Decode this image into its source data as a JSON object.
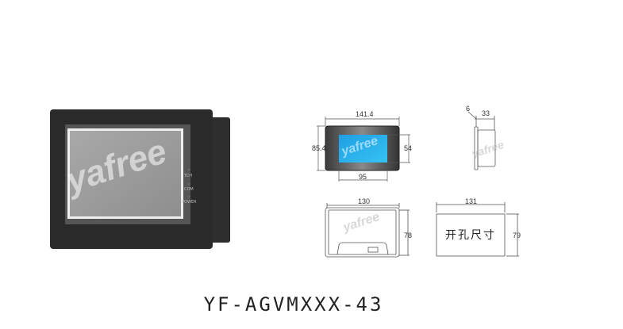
{
  "product": {
    "model": "YF-AGVMXXX-43",
    "watermark": "yafree",
    "led_labels": [
      "TCH",
      "COM",
      "POWER"
    ]
  },
  "drawings": {
    "front": {
      "width": "141.4",
      "height": "85.4",
      "screen_height": "54",
      "screen_width": "95"
    },
    "side": {
      "bezel": "6",
      "depth": "33"
    },
    "back": {
      "width": "130",
      "height": "78"
    },
    "cutout": {
      "width": "131",
      "height": "79",
      "label": "开孔尺寸"
    }
  },
  "colors": {
    "screen_blue": "#1ea8e8",
    "body": "#2a2a2a"
  }
}
